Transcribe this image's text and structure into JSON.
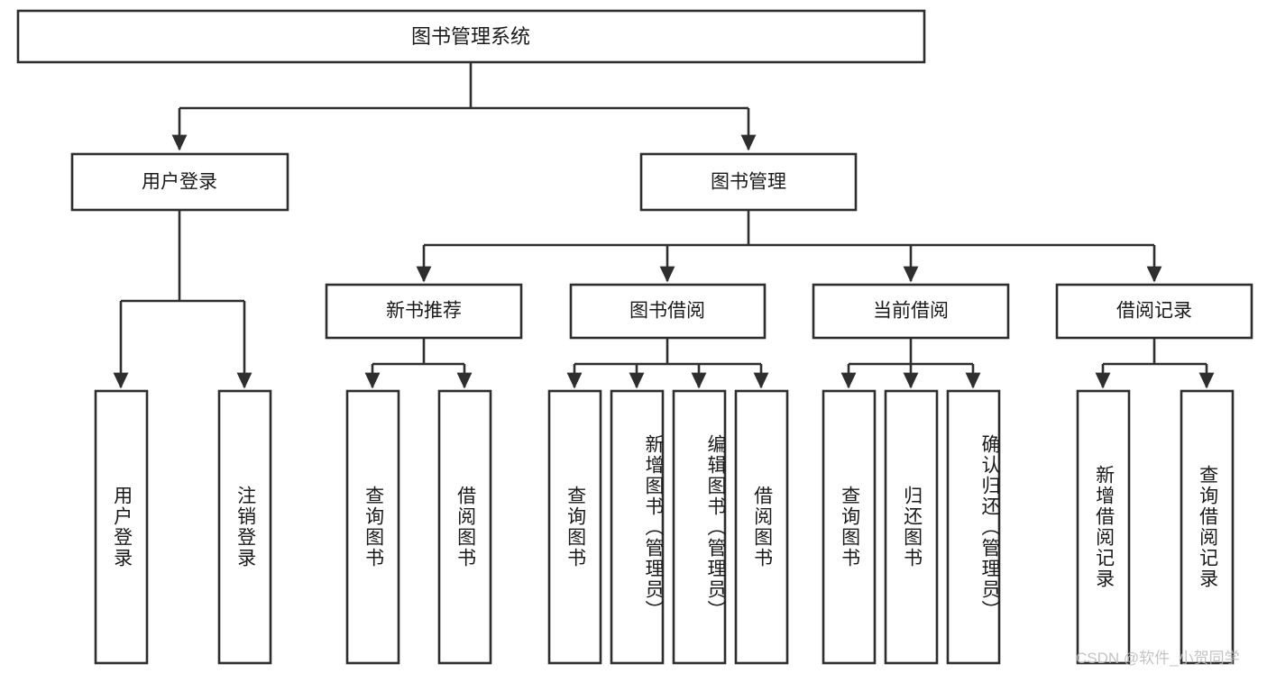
{
  "diagram": {
    "type": "tree-hierarchy-chart",
    "title": "图书管理系统",
    "watermark": "CSDN @软件_小贺同学",
    "colors": {
      "stroke": "#2e2e2e",
      "fill": "#ffffff",
      "text": "#1a1a1a",
      "watermark": "#b9b9b9"
    },
    "levels": [
      {
        "level": 1,
        "nodes": [
          {
            "id": "root",
            "label": "图书管理系统"
          }
        ]
      },
      {
        "level": 2,
        "nodes": [
          {
            "id": "user-login",
            "label": "用户登录",
            "parent": "root"
          },
          {
            "id": "book-manage",
            "label": "图书管理",
            "parent": "root"
          }
        ]
      },
      {
        "level": 3,
        "nodes": [
          {
            "id": "new-book-rec",
            "label": "新书推荐",
            "parent": "book-manage"
          },
          {
            "id": "book-borrow",
            "label": "图书借阅",
            "parent": "book-manage"
          },
          {
            "id": "current-borrow",
            "label": "当前借阅",
            "parent": "book-manage"
          },
          {
            "id": "borrow-record",
            "label": "借阅记录",
            "parent": "book-manage"
          }
        ]
      },
      {
        "level": 4,
        "nodes": [
          {
            "id": "leaf-1",
            "label": "用户登录",
            "parent": "user-login"
          },
          {
            "id": "leaf-2",
            "label": "注销登录",
            "parent": "user-login"
          },
          {
            "id": "leaf-3",
            "label": "查询图书",
            "parent": "new-book-rec"
          },
          {
            "id": "leaf-4",
            "label": "借阅图书",
            "parent": "new-book-rec"
          },
          {
            "id": "leaf-5",
            "label": "查询图书",
            "parent": "book-borrow"
          },
          {
            "id": "leaf-6",
            "label": "新增图书（管理员）",
            "parent": "book-borrow"
          },
          {
            "id": "leaf-7",
            "label": "编辑图书（管理员）",
            "parent": "book-borrow"
          },
          {
            "id": "leaf-8",
            "label": "借阅图书",
            "parent": "book-borrow"
          },
          {
            "id": "leaf-9",
            "label": "查询图书",
            "parent": "current-borrow"
          },
          {
            "id": "leaf-10",
            "label": "归还图书",
            "parent": "current-borrow"
          },
          {
            "id": "leaf-11",
            "label": "确认归还（管理员）",
            "parent": "current-borrow"
          },
          {
            "id": "leaf-12",
            "label": "新增借阅记录",
            "parent": "borrow-record"
          },
          {
            "id": "leaf-13",
            "label": "查询借阅记录",
            "parent": "borrow-record"
          }
        ]
      }
    ]
  }
}
